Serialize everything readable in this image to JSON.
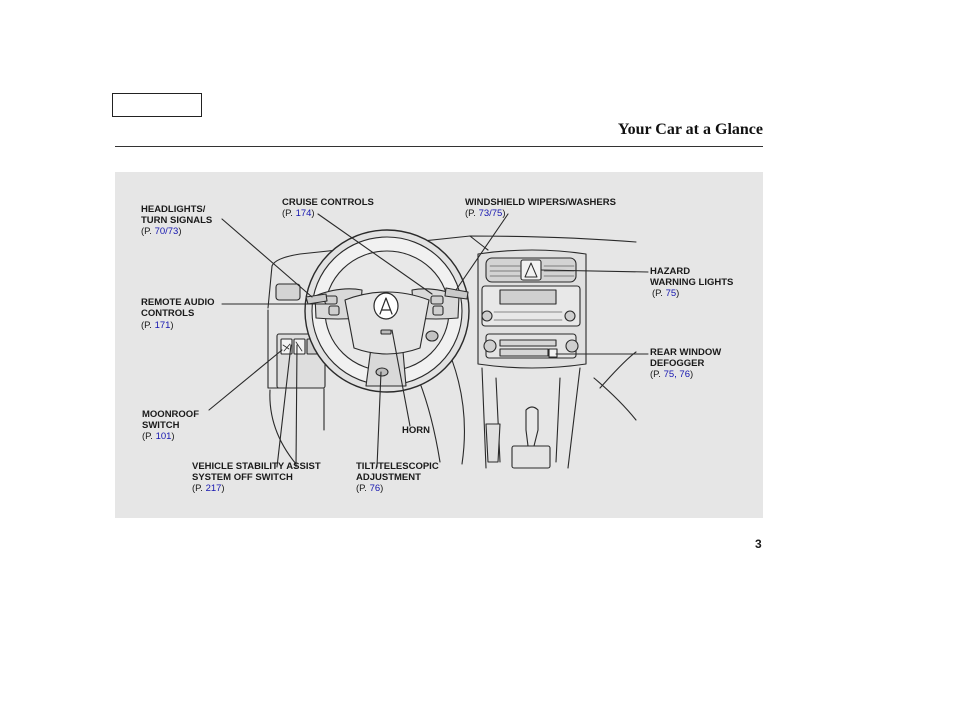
{
  "header": {
    "title": "Your Car at a Glance"
  },
  "callouts": {
    "headlights": {
      "line1": "HEADLIGHTS/",
      "line2": "TURN SIGNALS",
      "ref_prefix": "(P. ",
      "ref_pages": "70/73",
      "ref_suffix": ")"
    },
    "cruise": {
      "line1": "CRUISE CONTROLS",
      "ref_prefix": "(P. ",
      "ref_pages": "174",
      "ref_suffix": ")"
    },
    "wipers": {
      "line1": "WINDSHIELD WIPERS/WASHERS",
      "ref_prefix": "(P. ",
      "ref_pages": "73/75",
      "ref_suffix": ")"
    },
    "hazard": {
      "line1": "HAZARD",
      "line2": "WARNING LIGHTS",
      "ref_prefix": "(P. ",
      "ref_pages": "75",
      "ref_suffix": ")"
    },
    "remote_audio": {
      "line1": "REMOTE AUDIO",
      "line2": "CONTROLS",
      "ref_prefix": "(P. ",
      "ref_pages": "171",
      "ref_suffix": ")"
    },
    "rear_defogger": {
      "line1": "REAR WINDOW",
      "line2": "DEFOGGER",
      "ref_prefix": "(P. ",
      "ref_pages": "75, 76",
      "ref_suffix": ")"
    },
    "moonroof": {
      "line1": "MOONROOF",
      "line2": "SWITCH",
      "ref_prefix": "(P. ",
      "ref_pages": "101",
      "ref_suffix": ")"
    },
    "horn": {
      "line1": "HORN"
    },
    "vsa": {
      "line1": "VEHICLE STABILITY ASSIST",
      "line2": "SYSTEM OFF SWITCH",
      "ref_prefix": "(P. ",
      "ref_pages": "217",
      "ref_suffix": ")"
    },
    "tilt": {
      "line1": "TILT/TELESCOPIC",
      "line2": "ADJUSTMENT",
      "ref_prefix": "(P. ",
      "ref_pages": "76",
      "ref_suffix": ")"
    }
  },
  "footer": {
    "page_number": "3"
  },
  "colors": {
    "link": "#1515b0",
    "panel": "#e6e6e6",
    "rule": "#333333"
  }
}
